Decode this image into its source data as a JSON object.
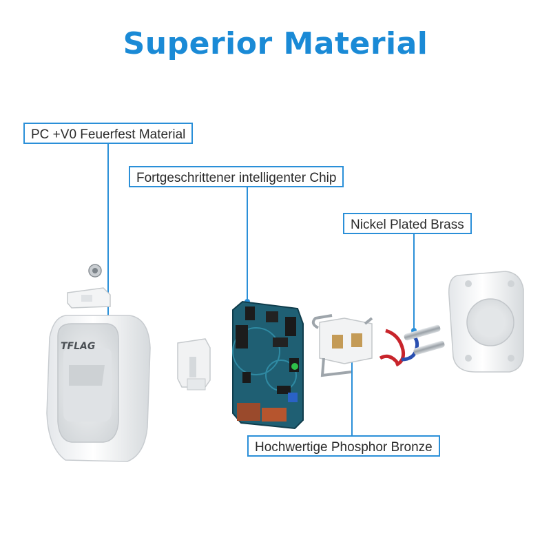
{
  "title": "Superior Material",
  "labels": {
    "housing": "PC +V0 Feuerfest Material",
    "chip": "Fortgeschrittener intelligenter Chip",
    "brass": "Nickel Plated Brass",
    "bronze": "Hochwertige Phosphor Bronze"
  },
  "brand": "TFLAG",
  "colors": {
    "accent": "#1a8ad6",
    "pcb": "#1f5f73",
    "wire_red": "#c8242b",
    "wire_blue": "#2a4fb0"
  }
}
